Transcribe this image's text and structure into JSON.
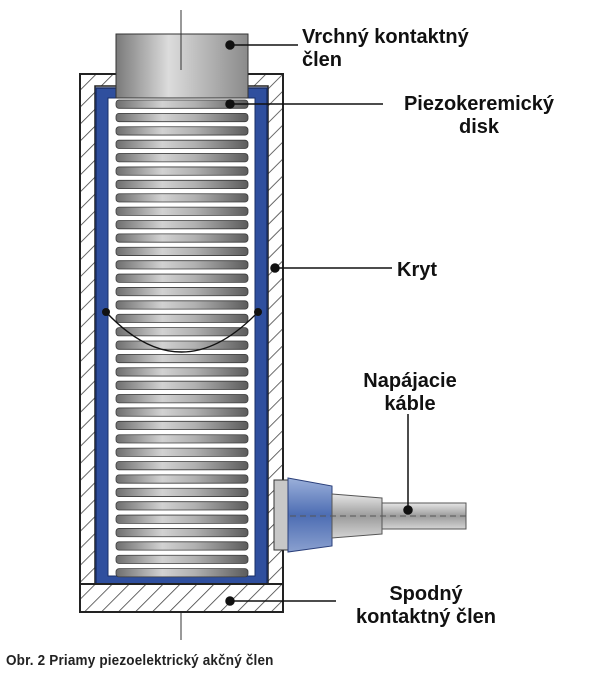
{
  "labels": {
    "top_contact": "Vrchný kontaktný\nčlen",
    "piezo_disk": "Piezokeremický\ndisk",
    "housing": "Kryt",
    "power_cables": "Napájacie\nkáble",
    "bottom_contact": "Spodný\nkontaktný člen"
  },
  "caption": "Obr. 2 Priamy piezoelektrický akčný člen",
  "colors": {
    "housing_blue": "#2f4f9e",
    "disk_gray": "#9a9a9a",
    "cable_blue": "#6a86c0",
    "cable_gray": "#b8b8b8",
    "line": "#111111"
  },
  "disk_count": 36
}
